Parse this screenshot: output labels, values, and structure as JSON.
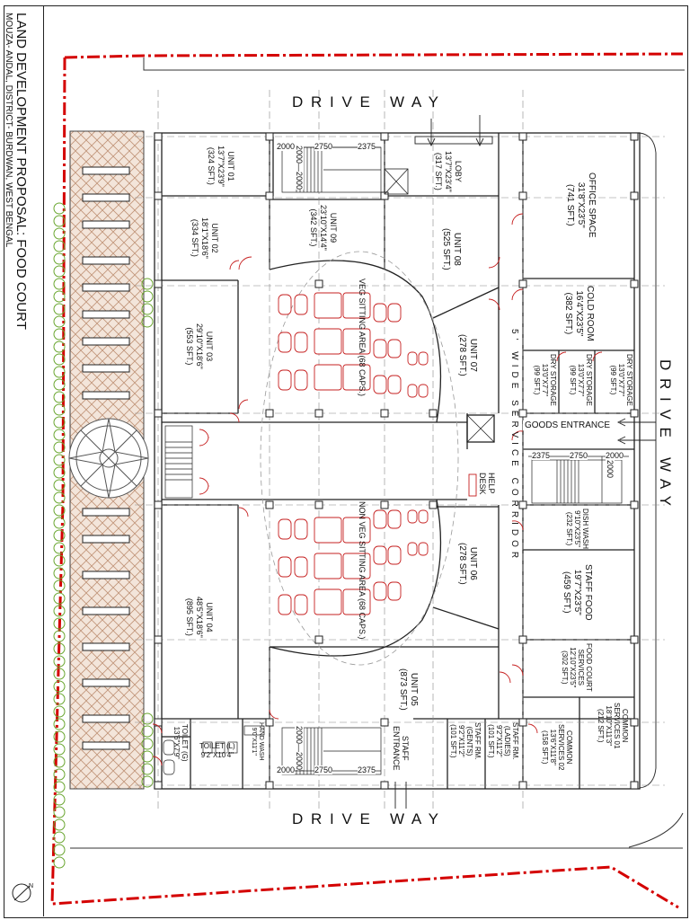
{
  "sheet": {
    "title": "LAND DEVELOPMENT PROPOSAL: FOOD COURT",
    "subtitle": "MOUZA- ANDAL, DISTRICT- BURDWAN, WEST BENGAL",
    "north": "N"
  },
  "roads": {
    "top": "D R I V E   W A Y",
    "bottom": "D R I V E   W A Y",
    "right": "D R I V E   W A Y"
  },
  "rooms": {
    "unit01": {
      "name": "UNIT 01",
      "size": "13'7\"X23'9\"",
      "area": "(324 SFT.)"
    },
    "unit02": {
      "name": "UNIT 02",
      "size": "18'1\"X18'6\"",
      "area": "(334 SFT.)"
    },
    "unit03": {
      "name": "UNIT 03",
      "size": "29'10\"X18'6\"",
      "area": "(553 SFT.)"
    },
    "unit04": {
      "name": "UNIT 04",
      "size": "48'5\"X18'6\"",
      "area": "(895 SFT.)"
    },
    "unit05": {
      "name": "UNIT 05",
      "area": "(873 SFT.)"
    },
    "unit06": {
      "name": "UNIT 06",
      "area": "(278 SFT.)"
    },
    "unit07": {
      "name": "UNIT 07",
      "area": "(278 SFT.)"
    },
    "unit08": {
      "name": "UNIT 08",
      "area": "(525 SFT.)"
    },
    "unit09": {
      "name": "UNIT 09",
      "size": "23'10\"X14'4\"",
      "area": "(342 SFT.)"
    },
    "loby": {
      "name": "LOBY",
      "size": "13'7\"X23'4\"",
      "area": "(317 SFT.)"
    },
    "office": {
      "name": "OFFICE SPACE",
      "size": "31'8\"X23'5\"",
      "area": "(741 SFT.)"
    },
    "cold": {
      "name": "COLD ROOM",
      "size": "16'4\"X23'5\"",
      "area": "(382 SFT.)"
    },
    "dry1": {
      "name": "DRY STORAGE",
      "size": "13'0\"X7'7\"",
      "area": "(99 SFT.)"
    },
    "dry2": {
      "name": "DRY STORAGE",
      "size": "13'0\"X7'7\"",
      "area": "(99 SFT.)"
    },
    "dry3": {
      "name": "DRY STORAGE",
      "size": "13'0\"X7'7\"",
      "area": "(99 SFT.)"
    },
    "dish": {
      "name": "DISH WASH",
      "size": "9'10\"X23'5\"",
      "area": "(232 SFT.)"
    },
    "staff_food": {
      "name": "STAFF FOOD",
      "size": "19'7\"X23'5\"",
      "area": "(459 SFT.)"
    },
    "fc_services": {
      "name": "FOOD COURT",
      "name2": "SERVICES",
      "size": "12'10\"X23'5\"",
      "area": "(302 SFT.)"
    },
    "common01": {
      "name": "COMMON",
      "name2": "SERVICES 01",
      "size": "18'10\"X11'3\"",
      "area": "(212 SFT.)"
    },
    "common02": {
      "name": "COMMON",
      "name2": "SERVICES 02",
      "size": "13'6\"X11'8\"",
      "area": "(158 SFT.)"
    },
    "staff_ladies": {
      "name": "STAFF RM.",
      "name2": "(LADIES)",
      "size": "9'2\"X11'2\"",
      "area": "(101 SFT.)"
    },
    "staff_gents": {
      "name": "STAFF RM.",
      "name2": "(GENTS)",
      "size": "9'2\"X11'2\"",
      "area": "(101 SFT.)"
    },
    "toilet_l": {
      "name": "TOILET (L)",
      "size": "9'2\"X10'4\""
    },
    "toilet_g": {
      "name": "TOILET (G)",
      "size": "13'6\"X7'9\""
    },
    "handwash": {
      "name": "HAND WASH",
      "size": "9'0\"X11'1\""
    }
  },
  "labels": {
    "veg": "VEG SITTING AREA (68 CAPS.)",
    "nonveg": "NON VEG SITTING AREA (68 CAPS.)",
    "corridor": "5' WIDE SERVICE CORRIDOR",
    "goods": "GOODS ENTRANCE",
    "help": "HELP",
    "desk": "DESK",
    "staff_entrance1": "STAFF",
    "staff_entrance2": "ENTRANCE"
  },
  "dims": {
    "d2000": "2000",
    "d2750": "2750",
    "d2375": "2375"
  },
  "colors": {
    "boundary": "#d40000",
    "wall": "#222222",
    "landscape": "#c9a38a",
    "tree": "#6aa630",
    "furniture": "#c62020"
  }
}
